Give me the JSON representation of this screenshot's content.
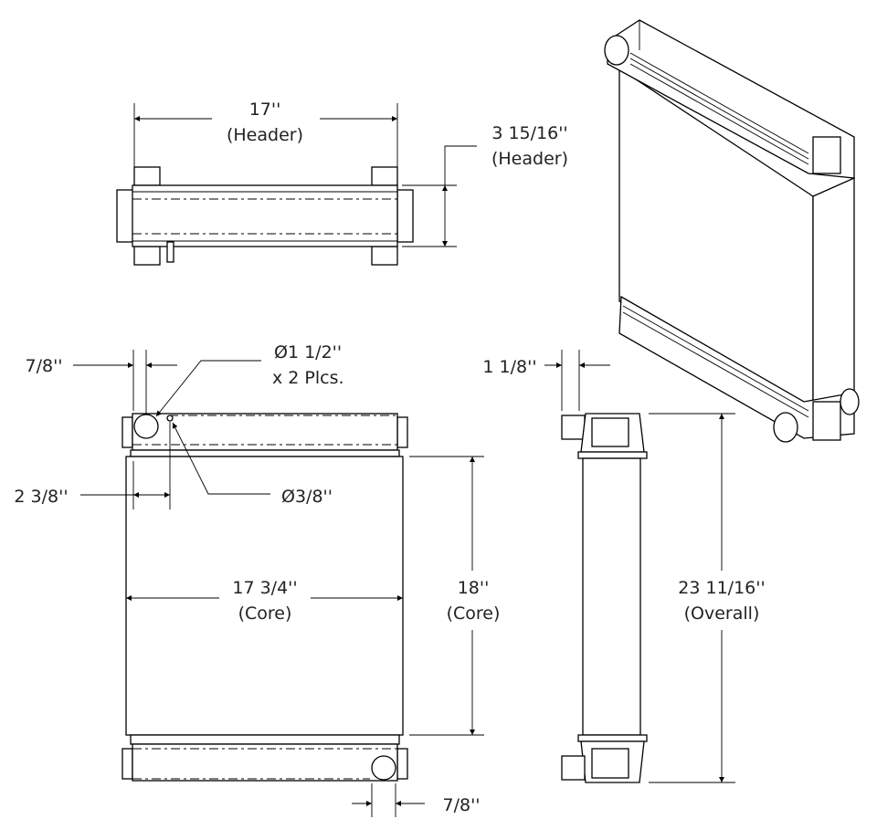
{
  "top_view": {
    "width_dim": {
      "value": "17''",
      "note": "(Header)"
    },
    "depth_dim": {
      "value": "3 15/16''",
      "note": "(Header)"
    }
  },
  "front_view": {
    "inlet_offset": "7/8''",
    "inlet_callout": {
      "value": "Ø1 1/2''",
      "note": "x 2 Plcs."
    },
    "vent_offset": "2 3/8''",
    "vent_callout": "Ø3/8''",
    "core_width": {
      "value": "17 3/4''",
      "note": "(Core)"
    },
    "core_height": {
      "value": "18''",
      "note": "(Core)"
    },
    "outlet_offset": "7/8''"
  },
  "side_view": {
    "fitting_offset": "1 1/8''",
    "overall_height": {
      "value": "23 11/16''",
      "note": "(Overall)"
    }
  }
}
